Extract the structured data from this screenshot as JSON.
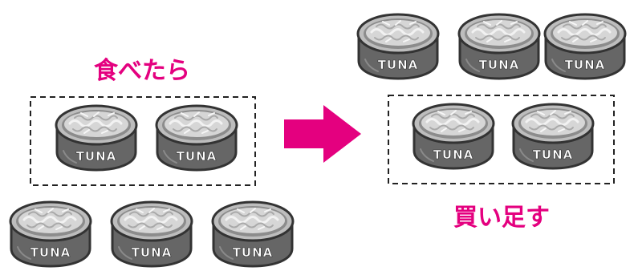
{
  "labels": {
    "eat": "食べたら",
    "buy_more": "買い足す"
  },
  "can_text": "TUNA",
  "colors": {
    "accent": "#e4007f",
    "can_body": "#666666",
    "can_outline": "#333333",
    "can_lid": "#c4c4c4",
    "fish": "#d8d8d8"
  },
  "icons": {
    "can": "tuna-can-icon",
    "arrow": "arrow-right-icon"
  },
  "groups": {
    "before": {
      "highlighted_cans": 2,
      "other_cans": 3
    },
    "after": {
      "highlighted_cans": 2,
      "other_cans": 3
    }
  }
}
